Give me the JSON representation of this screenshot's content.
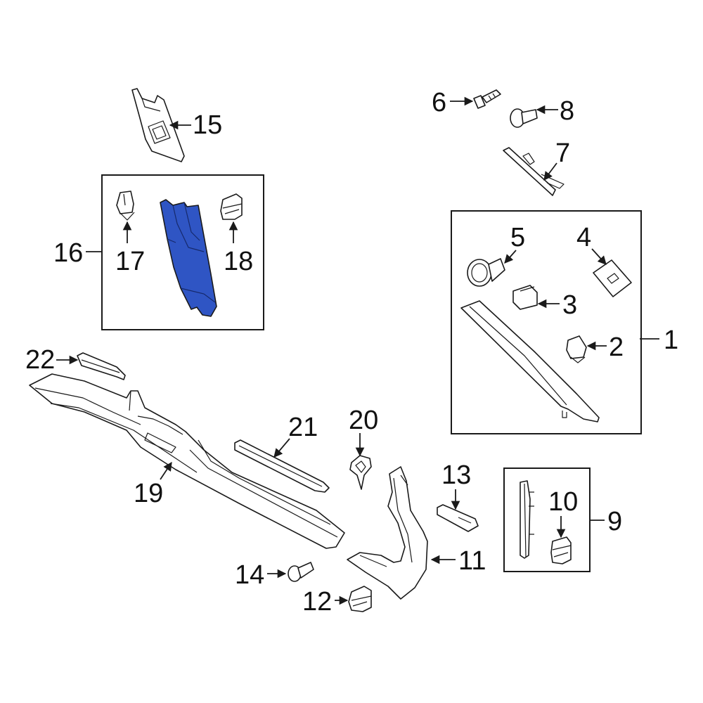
{
  "callouts": {
    "c1": "1",
    "c2": "2",
    "c3": "3",
    "c4": "4",
    "c5": "5",
    "c6": "6",
    "c7": "7",
    "c8": "8",
    "c9": "9",
    "c10": "10",
    "c11": "11",
    "c12": "12",
    "c13": "13",
    "c14": "14",
    "c15": "15",
    "c16": "16",
    "c17": "17",
    "c18": "18",
    "c19": "19",
    "c20": "20",
    "c21": "21",
    "c22": "22"
  },
  "colors": {
    "highlight": "#2f55c4",
    "line": "#1a1a1a",
    "background": "#ffffff"
  }
}
